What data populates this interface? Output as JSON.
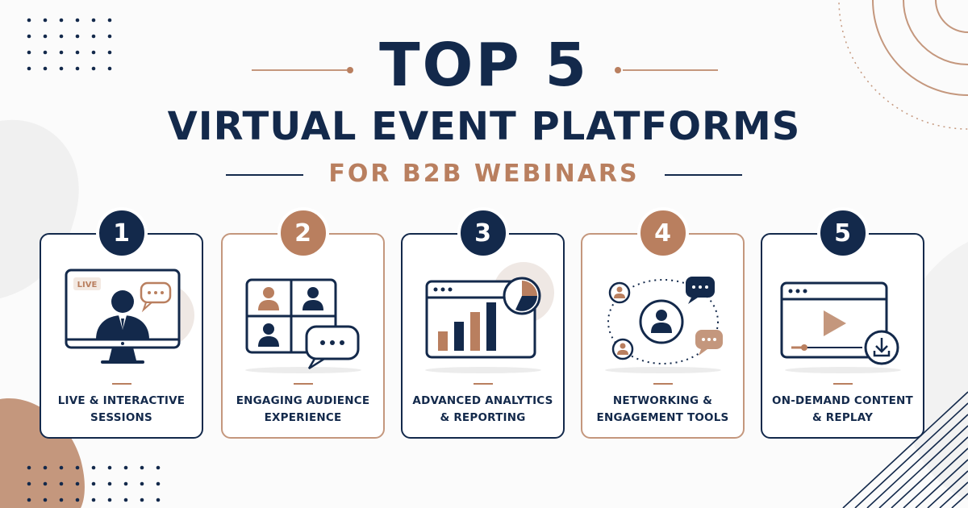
{
  "header": {
    "title_line1": "TOP 5",
    "title_line2": "VIRTUAL EVENT PLATFORMS",
    "subtitle": "FOR B2B WEBINARS"
  },
  "colors": {
    "navy": "#13294b",
    "copper": "#b97f5f",
    "background": "#fbfbfb"
  },
  "platforms": [
    {
      "number": "1",
      "label_line1": "LIVE & INTERACTIVE",
      "label_line2": "SESSIONS",
      "illustration": "monitor-presenter-live-chat-icon",
      "live_tag": "LIVE",
      "accent": false
    },
    {
      "number": "2",
      "label_line1": "ENGAGING AUDIENCE",
      "label_line2": "EXPERIENCE",
      "illustration": "video-grid-chat-icon",
      "accent": true
    },
    {
      "number": "3",
      "label_line1": "ADVANCED ANALYTICS",
      "label_line2": "& REPORTING",
      "illustration": "dashboard-bar-pie-icon",
      "accent": false
    },
    {
      "number": "4",
      "label_line1": "NETWORKING &",
      "label_line2": "ENGAGEMENT TOOLS",
      "illustration": "network-people-chat-icon",
      "accent": true
    },
    {
      "number": "5",
      "label_line1": "ON-DEMAND CONTENT",
      "label_line2": "& REPLAY",
      "illustration": "video-player-download-icon",
      "accent": false
    }
  ]
}
